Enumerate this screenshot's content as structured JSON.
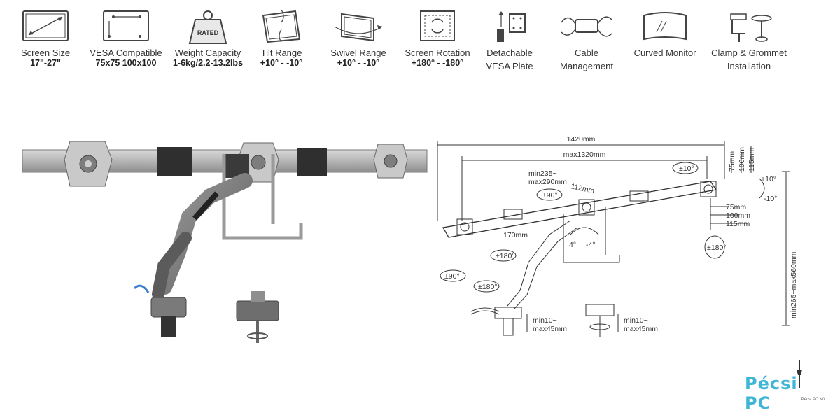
{
  "features": [
    {
      "icon": "screen-size-icon",
      "label": "Screen Size",
      "value": "17\"-27\""
    },
    {
      "icon": "vesa-icon",
      "label": "VESA Compatible",
      "value": "75x75 100x100"
    },
    {
      "icon": "weight-icon",
      "label": "Weight Capacity",
      "value": "1-6kg/2.2-13.2lbs",
      "icon_text": "RATED"
    },
    {
      "icon": "tilt-icon",
      "label": "Tilt Range",
      "value": "+10° - -10°"
    },
    {
      "icon": "swivel-icon",
      "label": "Swivel Range",
      "value": "+10° - -10°"
    },
    {
      "icon": "rotation-icon",
      "label": "Screen Rotation",
      "value": "+180° - -180°"
    },
    {
      "icon": "vesa-plate-icon",
      "label": "Detachable",
      "value": "VESA Plate"
    },
    {
      "icon": "cable-icon",
      "label": "Cable",
      "value": "Management"
    },
    {
      "icon": "curved-monitor-icon",
      "label": "Curved Monitor",
      "value": ""
    },
    {
      "icon": "clamp-grommet-icon",
      "label": "Clamp & Grommet",
      "value": "Installation"
    }
  ],
  "dimensions": {
    "total_width": "1420mm",
    "max_width": "max1320mm",
    "arm": "min235~\nmax290mm",
    "arm_min": "min235~",
    "arm_max": "max290mm",
    "offset": "112mm",
    "swivel_top": "±10°",
    "swivel_center": "±90°",
    "pole": "170mm",
    "tilt": "4°",
    "tilt2": "-4°",
    "rot_left": "±180°",
    "rot_left2": "±90°",
    "rot_left3": "±180°",
    "rot_right": "±180°",
    "tilt_up": "+10°",
    "tilt_down": "-10°",
    "vesa_h1": "75mm",
    "vesa_h2": "100mm",
    "vesa_h3": "115mm",
    "vesa_v1": "75mm",
    "vesa_v2": "100mm",
    "vesa_v3": "115mm",
    "height": "min265~max560mm",
    "clamp1": "min10~",
    "clamp1b": "max45mm",
    "clamp2": "min10~",
    "clamp2b": "max45mm"
  },
  "logo": {
    "brand": "Pécsi PC",
    "sub": "Pécsi PC Kft."
  }
}
